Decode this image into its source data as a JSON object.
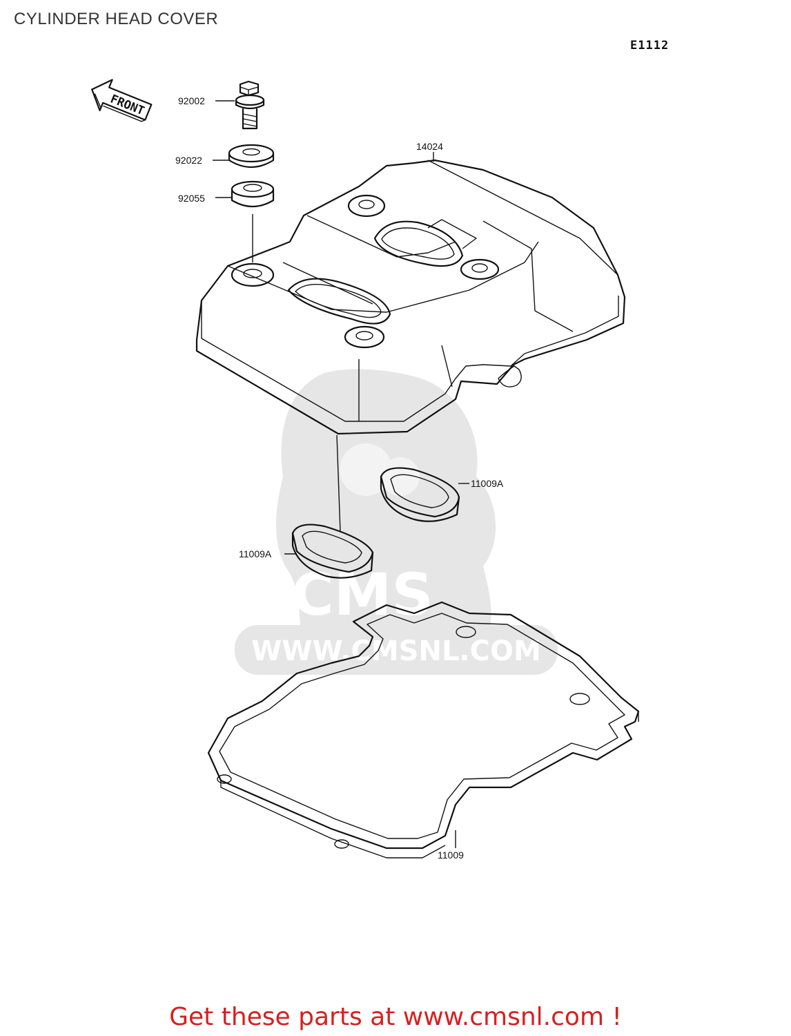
{
  "diagram": {
    "title": "CYLINDER HEAD COVER",
    "code": "E1112",
    "front_arrow_label": "FRONT",
    "parts": [
      {
        "id": "92002"
      },
      {
        "id": "92022"
      },
      {
        "id": "92055"
      },
      {
        "id": "14024"
      },
      {
        "id": "11009A"
      },
      {
        "id": "11009A"
      },
      {
        "id": "11009"
      }
    ]
  },
  "watermark": {
    "brand": "CMS",
    "url": "WWW.CMSNL.COM"
  },
  "footer": {
    "text": "Get these parts at www.cmsnl.com !"
  },
  "colors": {
    "footer_text": "#d6201f",
    "line_art": "#111111",
    "watermark": "#e6e6e6"
  }
}
